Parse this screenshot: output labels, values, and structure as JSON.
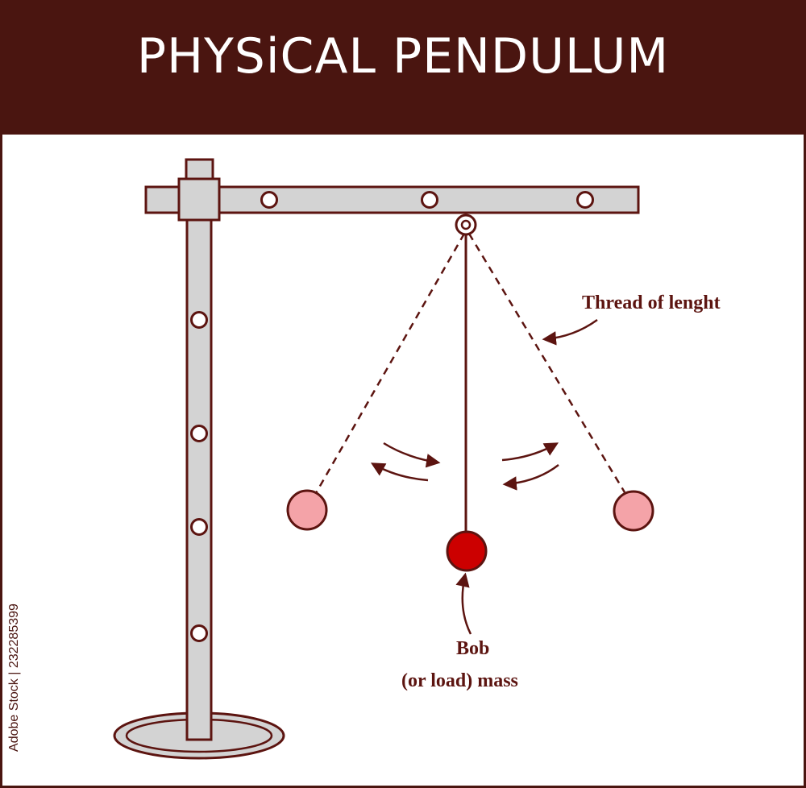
{
  "title": "PHYSiCAL PENDULUM",
  "labels": {
    "thread": "Thread of lenght",
    "bob_line1": "Bob",
    "bob_line2": "(or load) mass"
  },
  "watermark": "Adobe Stock | 232285399",
  "colors": {
    "header_bg": "#4a1510",
    "outline": "#5c1410",
    "stand_fill": "#d3d3d3",
    "bob_main": "#cc0000",
    "bob_ghost": "#f4a3a8"
  }
}
